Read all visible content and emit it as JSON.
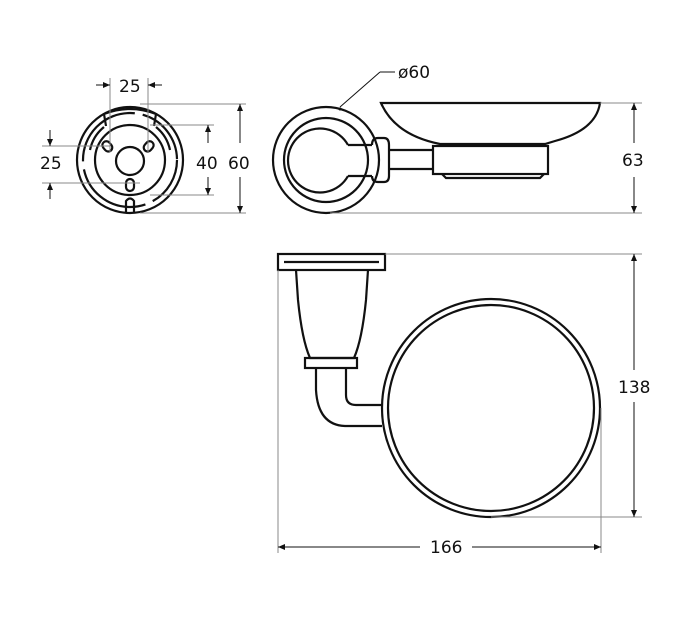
{
  "dimensions": {
    "top_width": "25",
    "left_height": "25",
    "inner_height": "40",
    "outer_height": "60",
    "diameter": "ø60",
    "side_height": "63",
    "front_height": "138",
    "front_width": "166"
  }
}
